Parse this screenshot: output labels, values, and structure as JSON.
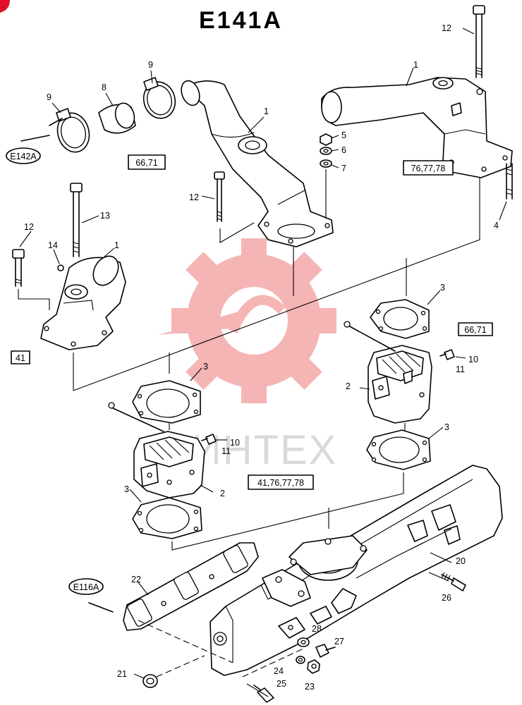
{
  "title": "E141A",
  "watermark": {
    "text": "ИНТЕХ",
    "color": "#f4a9a9"
  },
  "references": [
    {
      "id": "ref-e142a",
      "label": "E142A"
    },
    {
      "id": "ref-e116a",
      "label": "E116A"
    }
  ],
  "variant_boxes": [
    {
      "id": "box-66-71-top",
      "label": "66,71"
    },
    {
      "id": "box-76-77-78",
      "label": "76,77,78"
    },
    {
      "id": "box-41",
      "label": "41"
    },
    {
      "id": "box-66-71-mid",
      "label": "66,71"
    },
    {
      "id": "box-41-76-77-78",
      "label": "41,76,77,78"
    }
  ],
  "callouts": [
    "12",
    "1",
    "9",
    "8",
    "9",
    "1",
    "5",
    "6",
    "7",
    "4",
    "12",
    "13",
    "14",
    "1",
    "12",
    "3",
    "2",
    "10",
    "11",
    "3",
    "2",
    "10",
    "11",
    "3",
    "3",
    "20",
    "22",
    "26",
    "21",
    "28",
    "27",
    "24",
    "23",
    "25"
  ]
}
